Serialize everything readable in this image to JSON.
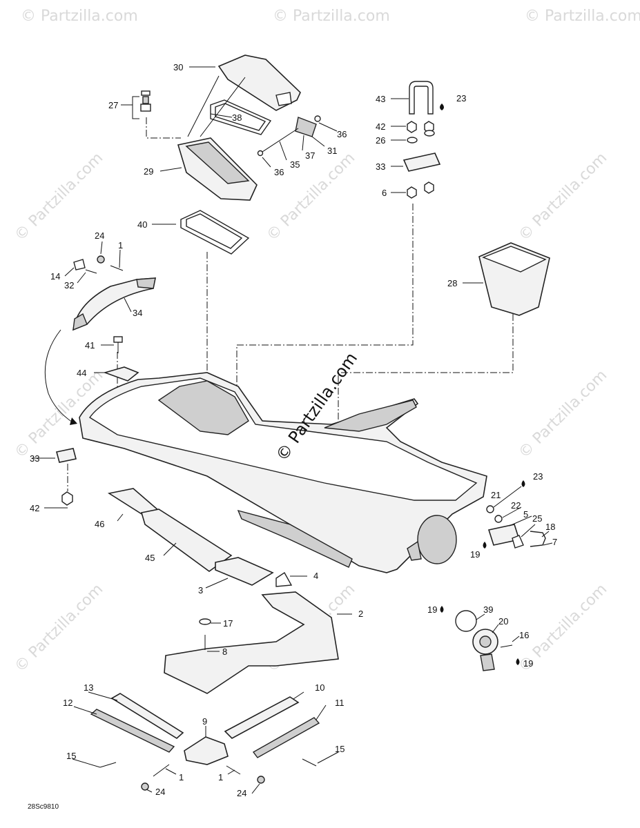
{
  "watermark_text": "© Partzilla.com",
  "diagram_code": "28Sc9810",
  "callouts": {
    "c30": "30",
    "c27": "27",
    "c38": "38",
    "c36a": "36",
    "c31": "31",
    "c37": "37",
    "c35": "35",
    "c36b": "36",
    "c29": "29",
    "c40": "40",
    "c43": "43",
    "c23a": "23",
    "c42a": "42",
    "c26": "26",
    "c33a": "33",
    "c6": "6",
    "c28": "28",
    "c24a": "24",
    "c1a": "1",
    "c14": "14",
    "c32": "32",
    "c34": "34",
    "c41": "41",
    "c44": "44",
    "c33b": "33",
    "c42b": "42",
    "c46": "46",
    "c45": "45",
    "c3": "3",
    "c4": "4",
    "c2": "2",
    "c17": "17",
    "c8": "8",
    "c23b": "23",
    "c21": "21",
    "c22": "22",
    "c5": "5",
    "c25": "25",
    "c18": "18",
    "c7": "7",
    "c19a": "19",
    "c19b": "19",
    "c39": "39",
    "c20": "20",
    "c16": "16",
    "c19c": "19",
    "c13": "13",
    "c10": "10",
    "c12": "12",
    "c11": "11",
    "c9": "9",
    "c15a": "15",
    "c15b": "15",
    "c1b": "1",
    "c1c": "1",
    "c24b": "24",
    "c24c": "24"
  }
}
